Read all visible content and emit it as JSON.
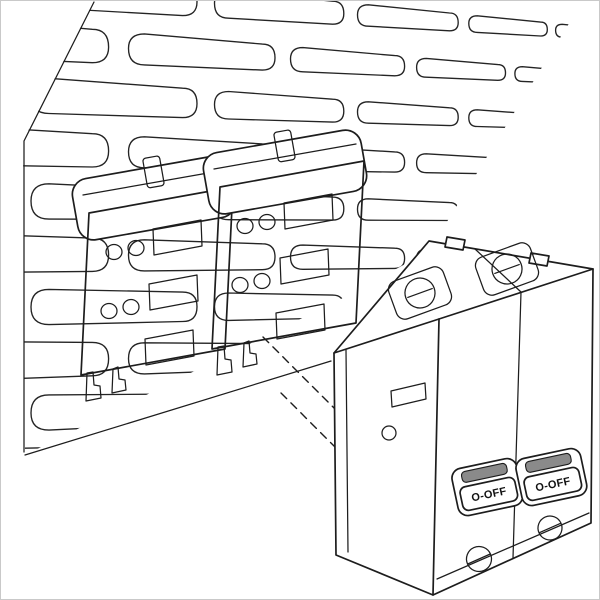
{
  "figure": {
    "description": "Exploded assembly illustration: a 2-pole miniature circuit breaker aligned for mounting onto two clip adapters fixed to a louvered panel",
    "colors": {
      "background": "#ffffff",
      "line": "#1d1d1d",
      "adapter_fill": "#d9ebf7",
      "breaker_fill": "#ffffff"
    },
    "breaker": {
      "poles": 2,
      "levers": [
        {
          "label": "O-OFF"
        },
        {
          "label": "O-OFF"
        }
      ]
    }
  }
}
